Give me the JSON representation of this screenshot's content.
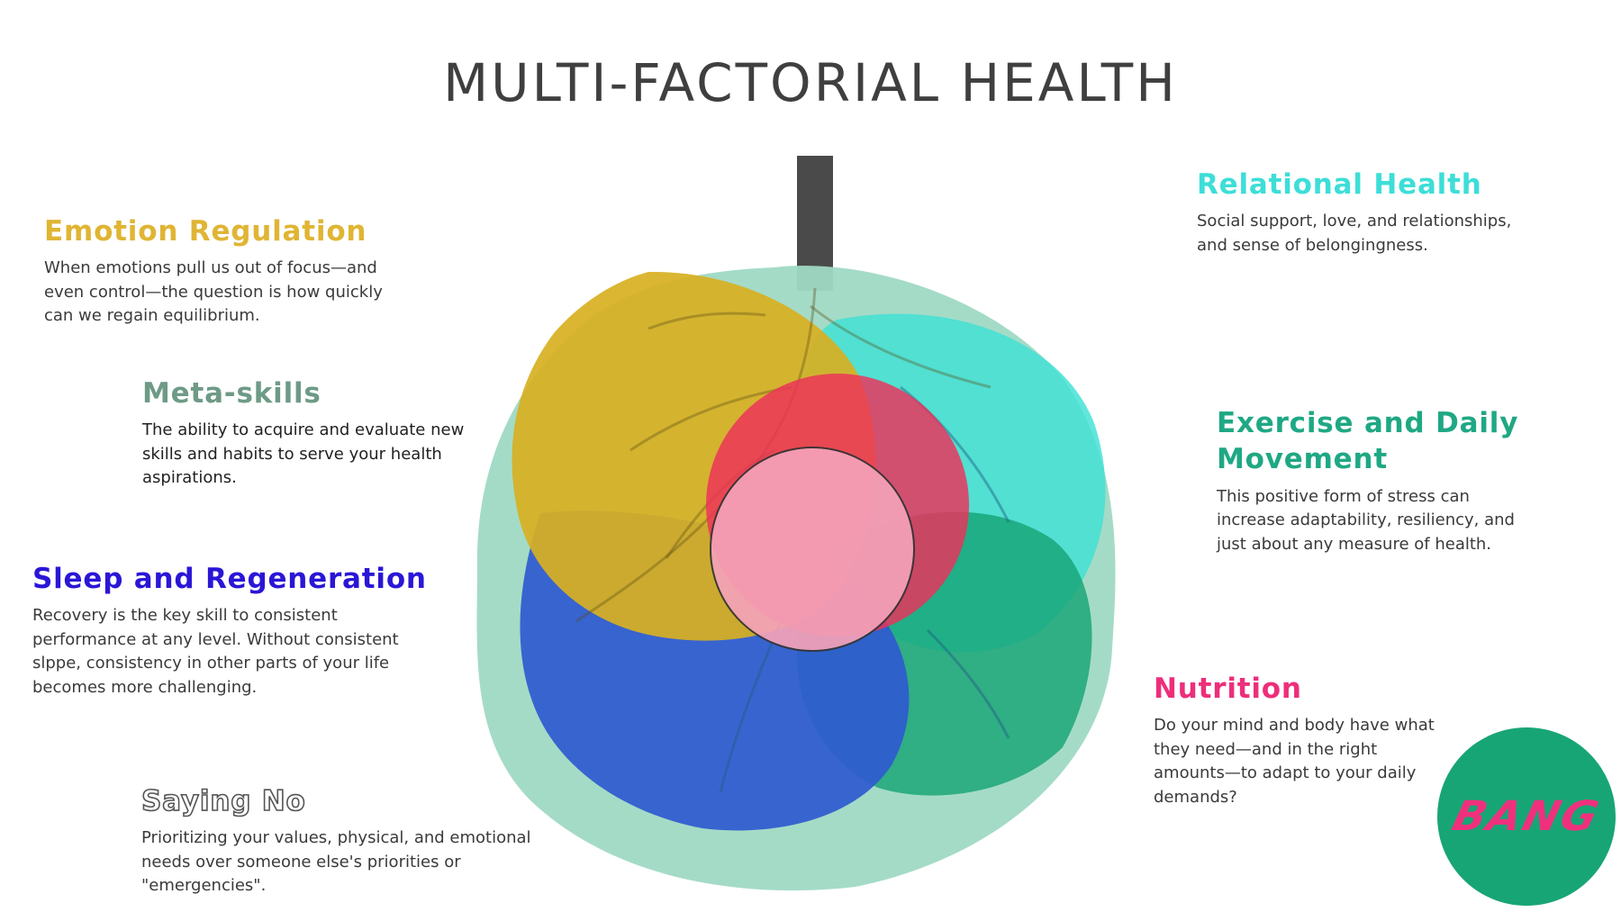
{
  "title": "MULTI-FACTORIAL HEALTH",
  "colors": {
    "emotion": "#e0b534",
    "meta": "#6e9a86",
    "sleep": "#2a16d6",
    "saying_no": "#555555",
    "relational": "#3dded8",
    "exercise": "#1fa884",
    "nutrition": "#ee2e7a",
    "logo_bg": "#18a576",
    "logo_text": "#f0307d"
  },
  "sections": {
    "emotion": {
      "heading": "Emotion Regulation",
      "lines": [
        "When emotions pull us out of focus—and",
        "even control—the question is how quickly",
        "can we regain equilibrium."
      ]
    },
    "meta": {
      "heading": "Meta-skills",
      "lines": [
        "The ability to acquire and evaluate new",
        "skills and habits to serve your health",
        "aspirations."
      ]
    },
    "sleep": {
      "heading": "Sleep and Regeneration",
      "lines": [
        "Recovery is the key skill to consistent",
        "performance at any level. Without consistent",
        "slppe, consistency in other parts of your life",
        "becomes more challenging."
      ]
    },
    "saying_no": {
      "heading": "Saying No",
      "lines": [
        "Prioritizing your values, physical, and emotional",
        "needs over someone else's priorities or",
        "\"emergencies\"."
      ]
    },
    "relational": {
      "heading": "Relational Health",
      "lines": [
        "Social support, love, and relationships,",
        "and sense of belongingness."
      ]
    },
    "exercise": {
      "heading_line1": "Exercise and Daily",
      "heading_line2": "Movement",
      "lines": [
        "This positive form of stress can",
        "increase adaptability, resiliency, and",
        "just about any measure of health."
      ]
    },
    "nutrition": {
      "heading": "Nutrition",
      "lines": [
        "Do your mind and body have what",
        "they need—and in the right",
        "amounts—to adapt to your daily",
        "demands?"
      ]
    }
  },
  "logo": {
    "text": "BANG",
    "icon": "bang-logo"
  }
}
